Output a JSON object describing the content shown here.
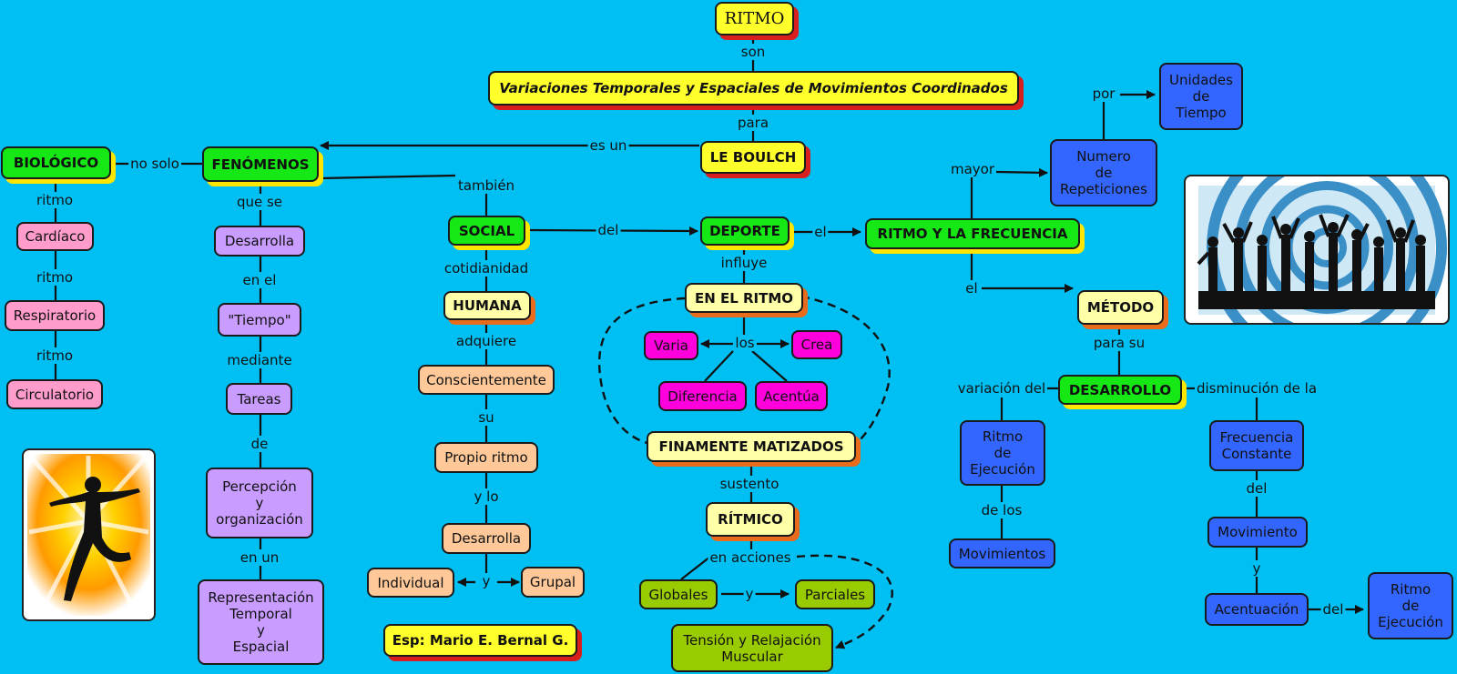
{
  "colors": {
    "background": "#00bff3",
    "title_node": "#ffff2b",
    "category_node": "#16e816",
    "cream_node": "#ffffa8",
    "pink_node": "#ff9ccc",
    "lilac_node": "#c99cff",
    "peach_node": "#ffc899",
    "magenta_node": "#ff00dd",
    "olive_node": "#99cc00",
    "blue_node": "#3366ff",
    "shadow_red": "#d91e1e",
    "shadow_orange": "#e86c1c"
  },
  "nodes": {
    "ritmo": "RITMO",
    "variaciones": "Variaciones Temporales y Espaciales de Movimientos Coordinados",
    "le_boulch": "LE BOULCH",
    "biologico": "BIOLÓGICO",
    "fenomenos": "FENÓMENOS",
    "cardiaco": "Cardíaco",
    "respiratorio": "Respiratorio",
    "circulatorio": "Circulatorio",
    "desarrolla_1": "Desarrolla",
    "tiempo": "\"Tiempo\"",
    "tareas": "Tareas",
    "percepcion": "Percepción\ny\norganización",
    "representacion": "Representación\nTemporal\ny\nEspacial",
    "social": "SOCIAL",
    "humana": "HUMANA",
    "conscientemente": "Conscientemente",
    "propio_ritmo": "Propio ritmo",
    "desarrolla_2": "Desarrolla",
    "individual": "Individual",
    "grupal": "Grupal",
    "author": "Esp: Mario E. Bernal G.",
    "deporte": "DEPORTE",
    "en_el_ritmo": "EN EL RITMO",
    "varia": "Varia",
    "crea": "Crea",
    "diferencia": "Diferencia",
    "acentua": "Acentúa",
    "finamente": "FINAMENTE MATIZADOS",
    "ritmico": "RÍTMICO",
    "globales": "Globales",
    "parciales": "Parciales",
    "tension": "Tensión y Relajación\nMuscular",
    "ritmo_frecuencia": "RITMO Y LA FRECUENCIA",
    "numero": "Numero\nde\nRepeticiones",
    "unidades": "Unidades\nde\nTiempo",
    "metodo": "MÉTODO",
    "desarrollo": "DESARROLLO",
    "ritmo_ejecucion_1": "Ritmo\nde\nEjecución",
    "movimientos": "Movimientos",
    "frecuencia_constante": "Frecuencia\nConstante",
    "movimiento": "Movimiento",
    "acentuacion": "Acentuación",
    "ritmo_ejecucion_2": "Ritmo\nde\nEjecución"
  },
  "links": {
    "son": "son",
    "para": "para",
    "es_un": "es un",
    "no_solo": "no solo",
    "ritmo_a": "ritmo",
    "ritmo_b": "ritmo",
    "ritmo_c": "ritmo",
    "que_se": "que se",
    "en_el": "en el",
    "mediante": "mediante",
    "de": "de",
    "en_un": "en un",
    "tambien": "también",
    "cotidianidad": "cotidianidad",
    "adquiere": "adquiere",
    "su": "su",
    "y_lo": "y lo",
    "y_ind": "y",
    "del_dep": "del",
    "influye": "influye",
    "los": "los",
    "sustento": "sustento",
    "en_acciones": "en acciones",
    "y_glob": "y",
    "el_rf": "el",
    "mayor": "mayor",
    "por": "por",
    "el_met": "el",
    "para_su": "para su",
    "variacion_del": "variación del",
    "disminucion": "disminución de la",
    "de_los": "de los",
    "del_frec": "del",
    "y_mov": "y",
    "del_acent": "del"
  },
  "images": {
    "dancer": "dancer-silhouette-image",
    "crowd": "dancing-crowd-image"
  }
}
